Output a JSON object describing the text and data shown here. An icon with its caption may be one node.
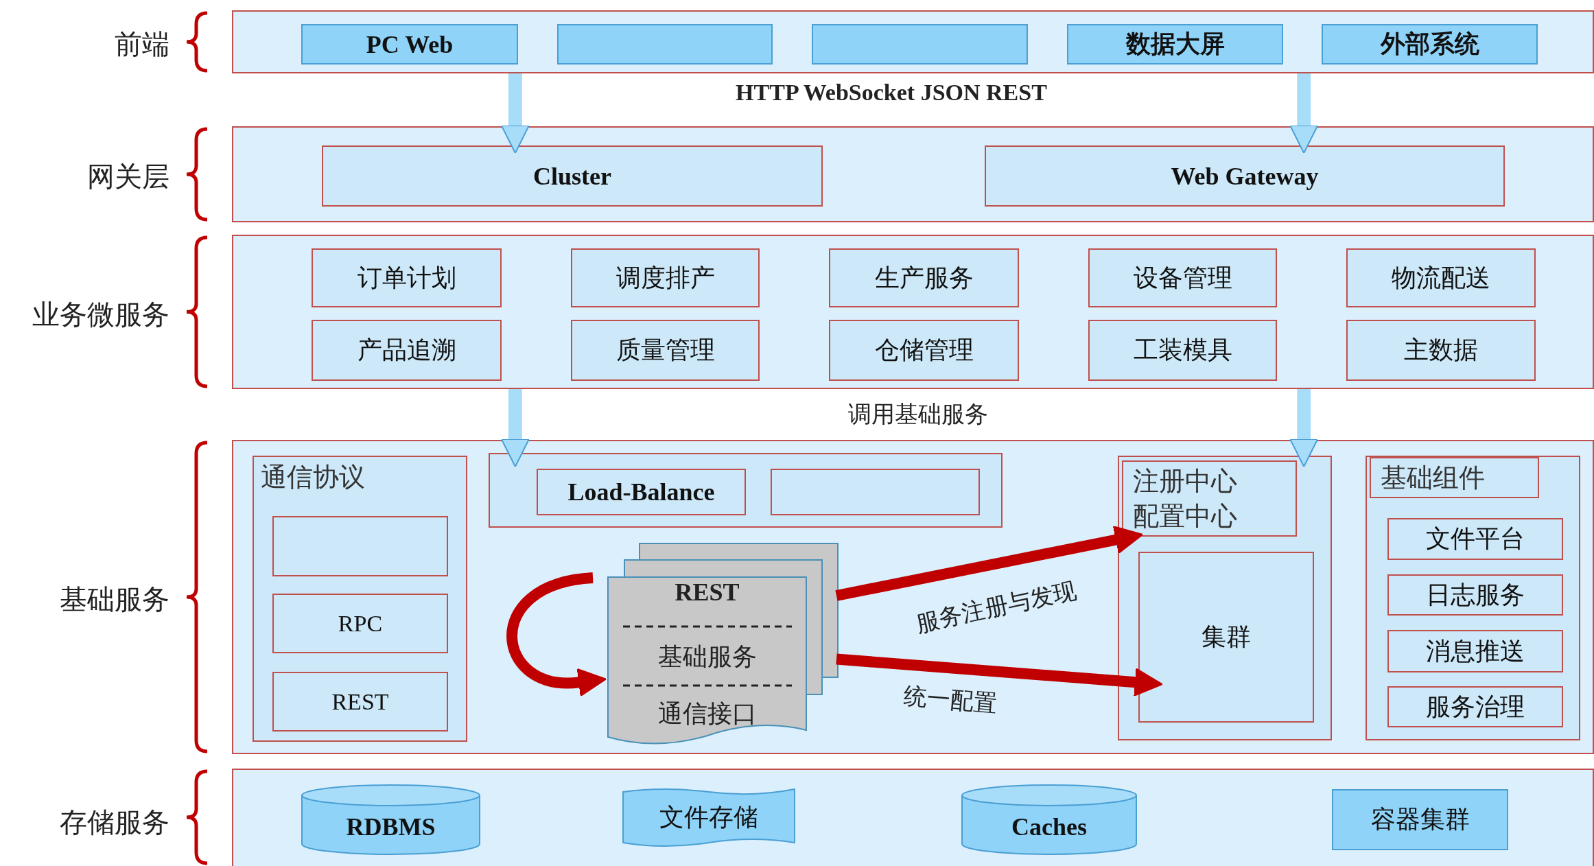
{
  "diagram": {
    "nodes": [
      {
        "text": [
          "前端"
        ]
      },
      {
        "text": [
          "PC Web"
        ],
        "in": 0
      },
      {
        "text": [],
        "shape": "box",
        "in": 0
      },
      {
        "text": [],
        "shape": "box",
        "in": 0
      },
      {
        "text": [
          "数据大屏"
        ],
        "in": 0
      },
      {
        "text": [
          "外部系统"
        ],
        "in": 0
      },
      {
        "text": [
          "网关层"
        ]
      },
      {
        "text": [
          "Cluster"
        ],
        "in": 6
      },
      {
        "text": [
          "Web Gateway"
        ],
        "in": 6
      },
      {
        "text": [
          "业务微服务"
        ]
      },
      {
        "text": [
          "订单计划"
        ],
        "in": 9
      },
      {
        "text": [
          "调度排产"
        ],
        "in": 9
      },
      {
        "text": [
          "生产服务"
        ],
        "in": 9
      },
      {
        "text": [
          "设备管理"
        ],
        "in": 9
      },
      {
        "text": [
          "物流配送"
        ],
        "in": 9
      },
      {
        "text": [
          "产品追溯"
        ],
        "in": 9
      },
      {
        "text": [
          "质量管理"
        ],
        "in": 9
      },
      {
        "text": [
          "仓储管理"
        ],
        "in": 9
      },
      {
        "text": [
          "工装模具"
        ],
        "in": 9
      },
      {
        "text": [
          "主数据"
        ],
        "in": 9
      },
      {
        "text": [
          "基础服务"
        ]
      },
      {
        "text": [
          "通信协议"
        ],
        "in": 20
      },
      {
        "text": [],
        "shape": "box",
        "in": 21
      },
      {
        "text": [
          "RPC"
        ],
        "in": 21
      },
      {
        "text": [
          "REST"
        ],
        "in": 21
      },
      {
        "text": [],
        "shape": "box",
        "in": 20
      },
      {
        "text": [
          "Load-Balance"
        ],
        "in": 25
      },
      {
        "text": [],
        "shape": "box",
        "in": 25
      },
      {
        "text": [
          "REST",
          "基础服务",
          "通信接口"
        ],
        "in": 20
      },
      {
        "text": [],
        "shape": "box",
        "in": 20
      },
      {
        "text": [
          "注册中心",
          "配置中心"
        ],
        "in": 29
      },
      {
        "text": [
          "集群"
        ],
        "in": 29
      },
      {
        "text": [],
        "shape": "box",
        "in": 20
      },
      {
        "text": [
          "基础组件"
        ],
        "in": 32
      },
      {
        "text": [
          "文件平台"
        ],
        "in": 32
      },
      {
        "text": [
          "日志服务"
        ],
        "in": 32
      },
      {
        "text": [
          "消息推送"
        ],
        "in": 32
      },
      {
        "text": [
          "服务治理"
        ],
        "in": 32
      },
      {
        "text": [
          "存储服务"
        ]
      },
      {
        "text": [
          "RDBMS"
        ],
        "in": 38
      },
      {
        "text": [
          "文件存储"
        ],
        "in": 38
      },
      {
        "text": [
          "Caches"
        ],
        "in": 38
      },
      {
        "text": [
          "容器集群"
        ],
        "in": 38
      }
    ],
    "edges": [
      {
        "from": 0,
        "to": 6,
        "arrow": "to"
      },
      {
        "from": 0,
        "to": 6,
        "arrow": "to"
      },
      {
        "from": 9,
        "to": 20,
        "arrow": "to"
      },
      {
        "from": 9,
        "to": 20,
        "arrow": "to"
      },
      {
        "from": null,
        "to": 28,
        "arrow": "to",
        "color": "#c00000"
      },
      {
        "from": 28,
        "to": 29,
        "arrow": "to",
        "label": "服务注册与发现",
        "color": "#c00000"
      },
      {
        "from": 28,
        "to": 31,
        "arrow": "to",
        "label": "统一配置",
        "color": "#c00000"
      }
    ],
    "labels": [
      "HTTP WebSocket JSON REST",
      "调用基础服务"
    ]
  }
}
